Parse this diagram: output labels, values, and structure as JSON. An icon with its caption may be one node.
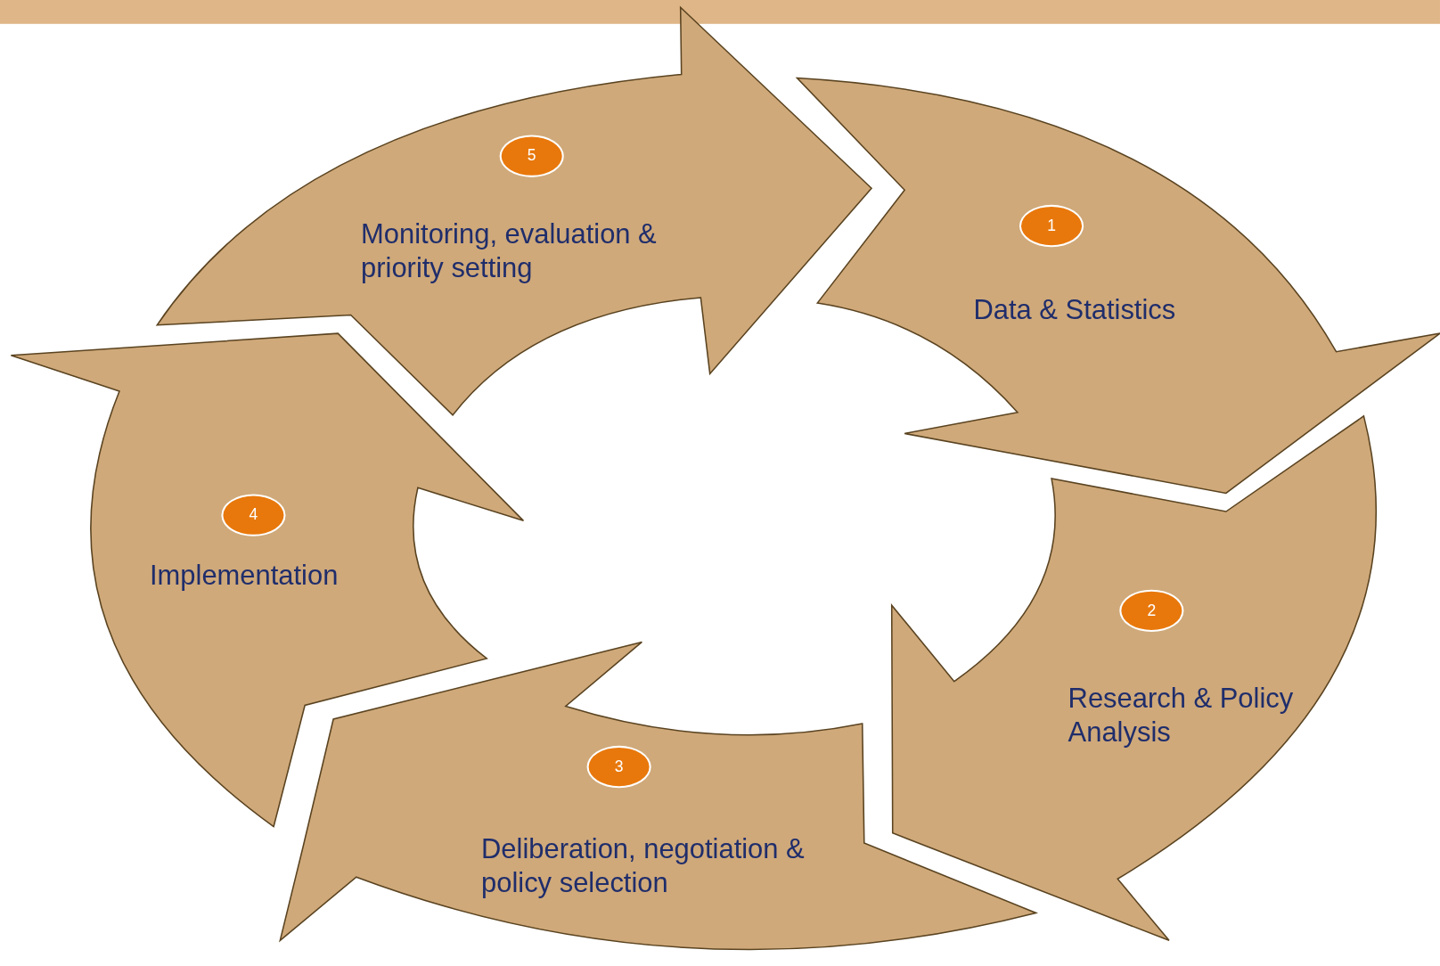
{
  "diagram": {
    "nodes": [
      {
        "text": [
          "Data & Statistics"
        ]
      },
      {
        "text": [
          "1"
        ],
        "in": 0
      },
      {
        "text": [
          "Research & Policy Analysis"
        ]
      },
      {
        "text": [
          "2"
        ],
        "in": 2
      },
      {
        "text": [
          "Deliberation, negotiation & policy selection"
        ]
      },
      {
        "text": [
          "3"
        ],
        "in": 4
      },
      {
        "text": [
          "Implementation"
        ]
      },
      {
        "text": [
          "4"
        ],
        "in": 6
      },
      {
        "text": [
          "Monitoring, evaluation & priority setting"
        ]
      },
      {
        "text": [
          "5"
        ],
        "in": 8
      }
    ]
  }
}
